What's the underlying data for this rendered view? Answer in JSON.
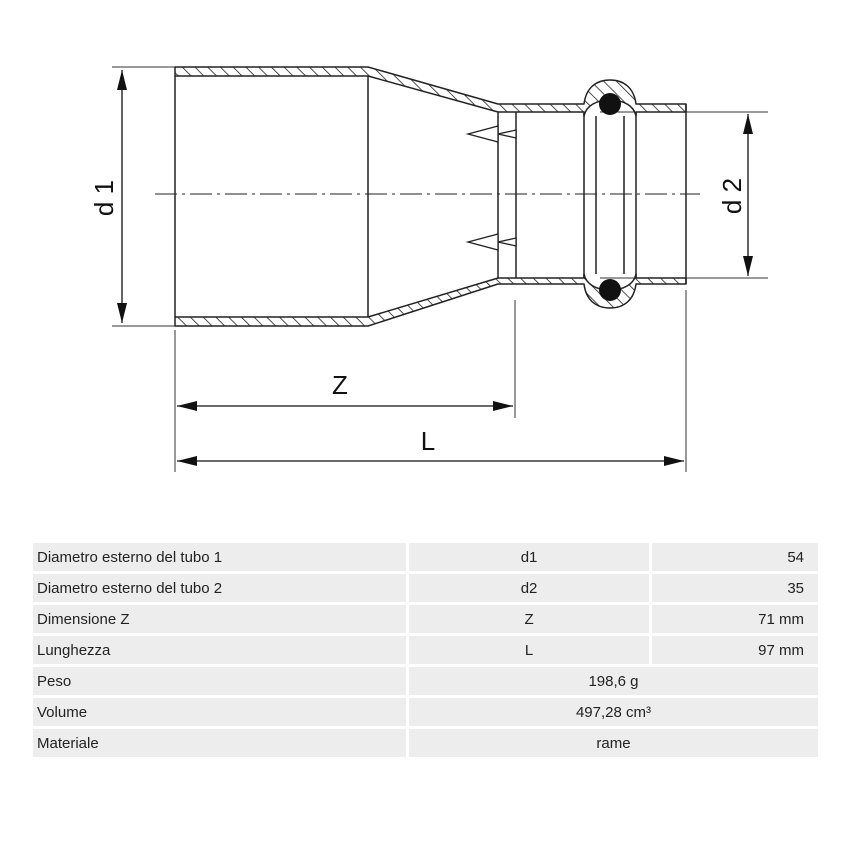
{
  "drawing": {
    "labels": {
      "d1": "d 1",
      "d2": "d 2",
      "z": "Z",
      "l": "L"
    }
  },
  "table": {
    "rows": [
      {
        "label": "Diametro esterno del tubo 1",
        "symbol": "d1",
        "value": "54"
      },
      {
        "label": "Diametro esterno del tubo 2",
        "symbol": "d2",
        "value": "35"
      },
      {
        "label": "Dimensione Z",
        "symbol": "Z",
        "value": "71 mm"
      },
      {
        "label": "Lunghezza",
        "symbol": "L",
        "value": "97 mm"
      },
      {
        "label": "Peso",
        "value": "198,6 g"
      },
      {
        "label": "Volume",
        "value": "497,28 cm³"
      },
      {
        "label": "Materiale",
        "value": "rame"
      }
    ]
  }
}
